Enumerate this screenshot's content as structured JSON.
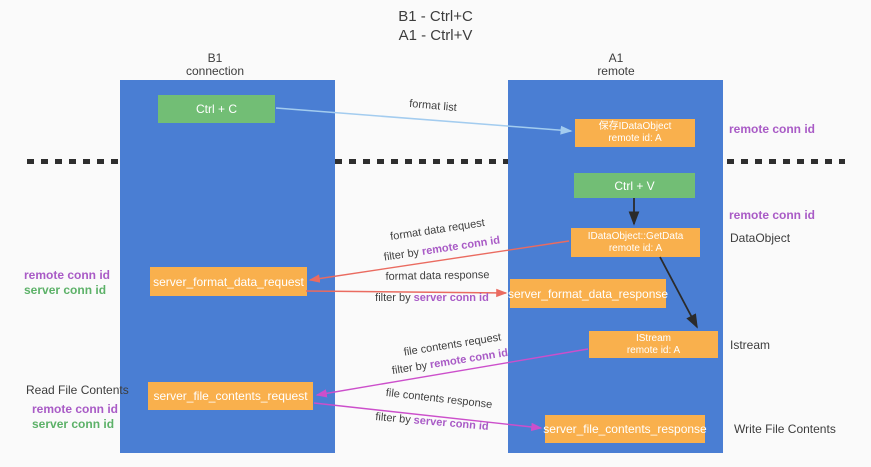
{
  "title": {
    "line1": "B1 - Ctrl+C",
    "line2": "A1 - Ctrl+V"
  },
  "columns": {
    "b1": {
      "name": "B1",
      "role": "connection"
    },
    "a1": {
      "name": "A1",
      "role": "remote"
    }
  },
  "nodes": {
    "ctrl_c": "Ctrl + C",
    "ctrl_v": "Ctrl + V",
    "save_dataobject_line1": "保存IDataObject",
    "save_dataobject_line2": "remote id: A",
    "getdata_line1": "IDataObject::GetData",
    "getdata_line2": "remote id: A",
    "istream_line1": "IStream",
    "istream_line2": "remote id: A",
    "server_format_data_request": "server_format_data_request",
    "server_format_data_response": "server_format_data_response",
    "server_file_contents_request": "server_file_contents_request",
    "server_file_contents_response": "server_file_contents_response"
  },
  "edge_labels": {
    "format_list": "format list",
    "format_data_request": "format data request",
    "format_data_response": "format data response",
    "file_contents_request": "file contents request",
    "file_contents_response": "file contents response",
    "filter_by": "filter by",
    "remote_conn_id": "remote conn id",
    "server_conn_id": "server conn id"
  },
  "side_labels": {
    "remote_conn_id_top_right": "remote conn id",
    "remote_conn_id_mid_right": "remote conn id",
    "dataobject": "DataObject",
    "istream": "Istream",
    "write_file_contents": "Write File Contents",
    "read_file_contents": "Read File Contents",
    "remote_conn_id_left_1": "remote conn id",
    "server_conn_id_left_1": "server conn id",
    "remote_conn_id_left_2": "remote conn id",
    "server_conn_id_left_2": "server conn id"
  },
  "colors": {
    "lifeline_blue": "#4a7ed3",
    "node_orange": "#f9b04d",
    "node_green": "#72be75",
    "arrow_light_blue": "#a3ccef",
    "arrow_red": "#ea6b60",
    "arrow_magenta": "#cc4fcb",
    "arrow_black": "#2b2b2b",
    "text_purple": "#a95bc6",
    "text_green": "#5cb168",
    "background": "#fafafa"
  }
}
